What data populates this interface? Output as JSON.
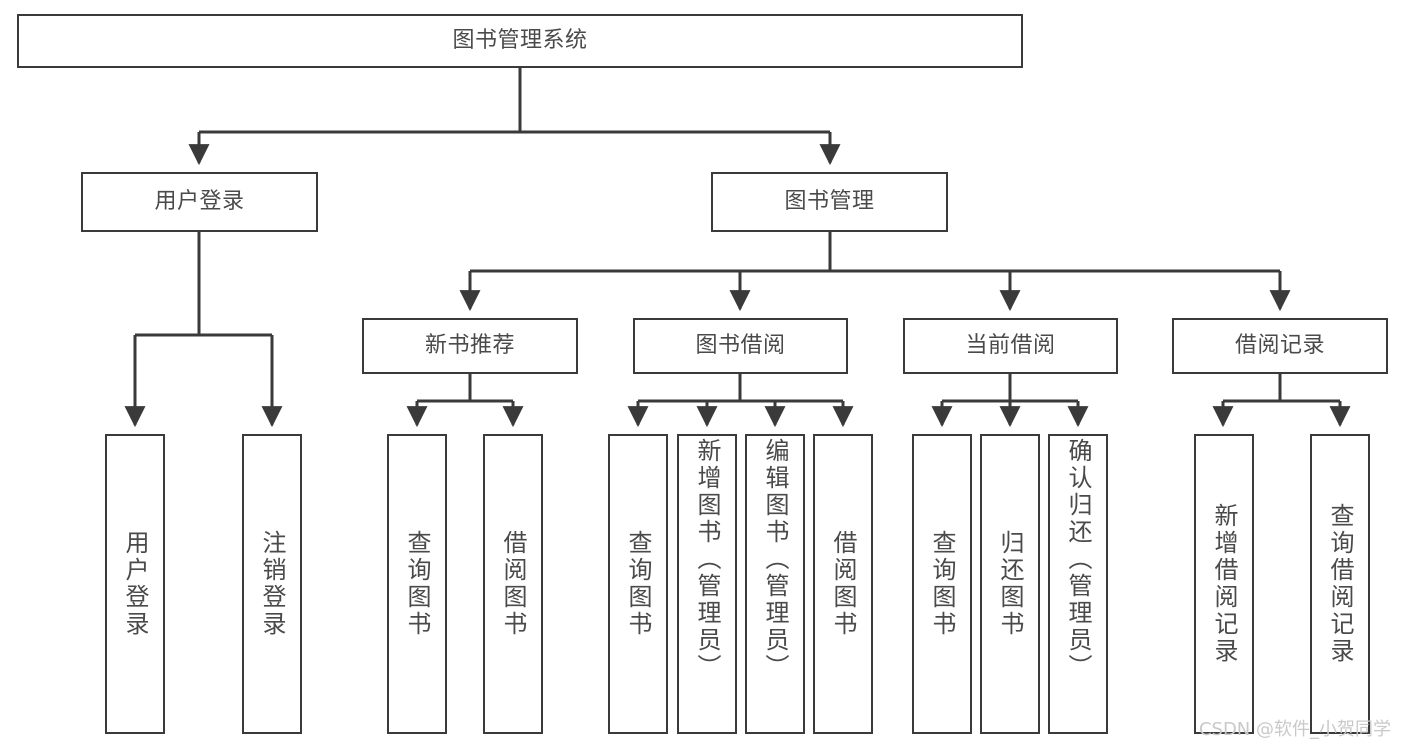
{
  "diagram": {
    "type": "tree-hierarchy-chart",
    "title": "图书管理系统",
    "line_color": "#3a3a3a",
    "text_color": "#4a4a4a",
    "background": "#ffffff",
    "watermark": "CSDN @软件_小贺同学",
    "levels": [
      {
        "level": 1,
        "nodes": [
          {
            "id": "root",
            "label": "图书管理系统"
          }
        ]
      },
      {
        "level": 2,
        "nodes": [
          {
            "id": "login",
            "label": "用户登录",
            "parent": "root"
          },
          {
            "id": "bookmgmt",
            "label": "图书管理",
            "parent": "root"
          }
        ]
      },
      {
        "level": 3,
        "nodes": [
          {
            "id": "newbook",
            "label": "新书推荐",
            "parent": "bookmgmt"
          },
          {
            "id": "borrow",
            "label": "图书借阅",
            "parent": "bookmgmt"
          },
          {
            "id": "current",
            "label": "当前借阅",
            "parent": "bookmgmt"
          },
          {
            "id": "record",
            "label": "借阅记录",
            "parent": "bookmgmt"
          }
        ]
      },
      {
        "level": 4,
        "nodes": [
          {
            "id": "leaf1",
            "label": "用户登录",
            "parent": "login"
          },
          {
            "id": "leaf2",
            "label": "注销登录",
            "parent": "login"
          },
          {
            "id": "leaf3",
            "label": "查询图书",
            "parent": "newbook"
          },
          {
            "id": "leaf4",
            "label": "借阅图书",
            "parent": "newbook"
          },
          {
            "id": "leaf5",
            "label": "查询图书",
            "parent": "borrow"
          },
          {
            "id": "leaf6",
            "label": "新增图书（管理员）",
            "parent": "borrow"
          },
          {
            "id": "leaf7",
            "label": "编辑图书（管理员）",
            "parent": "borrow"
          },
          {
            "id": "leaf8",
            "label": "借阅图书",
            "parent": "borrow"
          },
          {
            "id": "leaf9",
            "label": "查询图书",
            "parent": "current"
          },
          {
            "id": "leaf10",
            "label": "归还图书",
            "parent": "current"
          },
          {
            "id": "leaf11",
            "label": "确认归还（管理员）",
            "parent": "current"
          },
          {
            "id": "leaf12",
            "label": "新增借阅记录",
            "parent": "record"
          },
          {
            "id": "leaf13",
            "label": "查询借阅记录",
            "parent": "record"
          }
        ]
      }
    ]
  }
}
